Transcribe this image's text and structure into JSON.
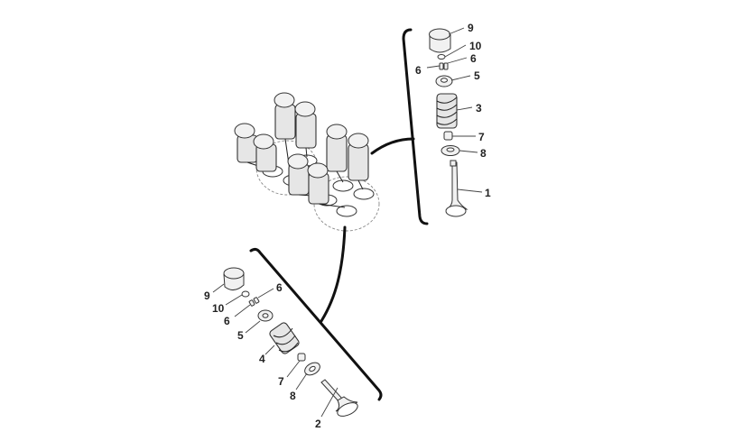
{
  "callouts": {
    "upper": {
      "n1": "1",
      "n3": "3",
      "n5": "5",
      "n6a": "6",
      "n6b": "6",
      "n7": "7",
      "n8": "8",
      "n9": "9",
      "n10": "10"
    },
    "lower": {
      "n2": "2",
      "n4": "4",
      "n5": "5",
      "n6a": "6",
      "n6b": "6",
      "n7": "7",
      "n8": "8",
      "n9": "9",
      "n10": "10"
    }
  },
  "colors": {
    "line": "#222222",
    "fill": "#f1f1f1",
    "background": "#ffffff"
  }
}
